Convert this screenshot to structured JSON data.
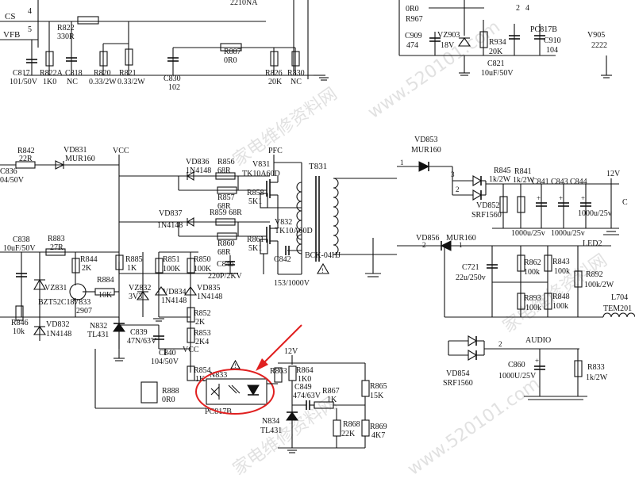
{
  "labels": {
    "cs": "CS",
    "vfb": "VFB",
    "pin4": "4",
    "pin5": "5",
    "r822_name": "R822",
    "r822_val": "330R",
    "r822a_name": "R822A",
    "r822a_val": "1K0",
    "c818_name": "C818",
    "c818_val": "NC",
    "c817_name": "C817",
    "c817_val": "101/50V",
    "r820_name": "R820",
    "r820_val": "0.33/2W",
    "r821_name": "R821",
    "r821_val": "0.33/2W",
    "r887_name": "R887",
    "r887_val": "0R0",
    "c830_name": "C830",
    "c830_val": "102",
    "r826_name": "R826",
    "r826_val": "20K",
    "r830_name": "R830",
    "r830_val": "NC",
    "top_frag1": "2210NA",
    "r967": "R967",
    "or0": "0R0",
    "c909_name": "C909",
    "c909_val": "474",
    "vz903_name": "VZ903",
    "vz903_val": "18V",
    "r934_name": "R934",
    "r934_val": "20K",
    "c821_name": "C821",
    "c821_val": "10uF/50V",
    "c910_name": "C910",
    "c910_val": "104",
    "v905_name": "V905",
    "v905_val": "2222",
    "pc817_top": "PC817B",
    "pin21": "2",
    "pin24": "4",
    "r842_name": "R842",
    "r842_val": "22R",
    "vd831_name": "VD831",
    "vd831_val": "MUR160",
    "c836_name": "C836",
    "c836_val": "04/50V",
    "vcc": "VCC",
    "vd836_name": "VD836",
    "vd836_val": "1N4148",
    "r856_name": "R856",
    "r856_val": "68R",
    "r857_name": "R857",
    "r857_val": "68R",
    "pfc": "PFC",
    "v831_name": "V831",
    "v831_val": "TK10A60D",
    "r858_name": "R858",
    "r858_val": "5K1",
    "t831": "T831",
    "vd837_name": "VD837",
    "vd837_val": "1N4148",
    "r859": "R859 68R",
    "r860_name": "R860",
    "r860_val": "68R",
    "v832_name": "V832",
    "v832_val": "TK10A60D",
    "r861_name": "R861",
    "r861_val": "5K1",
    "c846_name": "C846",
    "c846_val": "220P/2KV",
    "c842_name": "C842",
    "c842_val": "153/1000V",
    "bck": "BCK-04HJ",
    "c838_name": "C838",
    "c838_val": "10uF/50V",
    "r883_name": "R883",
    "r883_val": "27R",
    "r844_name": "R844",
    "r844_val": "2K",
    "r885_name": "R885",
    "r885_val": "1K",
    "r851_name": "R851",
    "r851_val": "100K",
    "r850_name": "R850",
    "r850_val": "100K",
    "vz831_name": "VZ831",
    "vz831_val": "BZT52C18",
    "r884_name": "R884",
    "r884_val": "10K",
    "v833_name": "V833",
    "v833_val": "2907",
    "vz832_name": "VZ832",
    "vz832_val": "3V3",
    "vd834_name": "VD834",
    "vd834_val": "1N4148",
    "vd835_name": "VD835",
    "vd835_val": "1N4148",
    "r846_name": "R846",
    "r846_val": "10k",
    "vd832_name": "VD832",
    "vd832_val": "1N4148",
    "n832_name": "N832",
    "n832_val": "TL431",
    "c839_name": "C839",
    "c839_val": "47N/63V",
    "r852_name": "R852",
    "r852_val": "2K",
    "r853_name": "R853",
    "r853_val": "2K4",
    "c840_name": "C840",
    "c840_val": "104/50V",
    "vcc2": "VCC",
    "r854_name": "R854",
    "r854_val": "1K",
    "r888_name": "R888",
    "r888_val": "0R0",
    "n833": "N833",
    "pc817": "PC817B",
    "v12a": "12V",
    "r863": "R863",
    "r864_name": "R864",
    "r864_val": "1K0",
    "c849_name": "C849",
    "c849_val": "474/63V",
    "r867_name": "R867",
    "r867_val": "1K",
    "r865_name": "R865",
    "r865_val": "15K",
    "n834_name": "N834",
    "n834_val": "TL431",
    "r868_name": "R868",
    "r868_val": "22K",
    "r869_name": "R869",
    "r869_val": "4K7",
    "vd853_name": "VD853",
    "vd853_val": "MUR160",
    "pin1": "1",
    "pin2": "2",
    "pin3": "3",
    "r845_name": "R845",
    "r845_val": "1k/2W",
    "r841_name": "R841",
    "r841_val": "1k/2W",
    "c841_name": "C841",
    "c843_name": "C843",
    "c844_name": "C844",
    "v12b": "12V",
    "vd852_name": "VD852",
    "vd852_val": "SRF1560",
    "c841_val": "1000u/25v",
    "c843_val": "1000u/25v",
    "c844_val": "1000u/25v",
    "vd856_name": "VD856",
    "vd856_val": "MUR160",
    "led2": "LED2",
    "c721_name": "C721",
    "c721_val": "22u/250v",
    "r862_name": "R862",
    "r862_val": "100k",
    "r843_name": "R843",
    "r843_val": "100k",
    "r892_name": "R892",
    "r892_val": "100k/2W",
    "r893_name": "R893",
    "r893_val": "100k",
    "r848_name": "R848",
    "r848_val": "100k",
    "l704_name": "L704",
    "l704_val": "TEM201",
    "audio": "AUDIO",
    "c860_name": "C860",
    "c860_val": "1000U/25V",
    "r833_name": "R833",
    "r833_val": "1k/2W",
    "vd854_name": "VD854",
    "vd854_val": "SRF1560",
    "pin2b": "2",
    "c_right": "C"
  },
  "watermark": {
    "text1": "家电维修资料网",
    "text2": "www.520101.com"
  },
  "highlight_color": "#e02020"
}
